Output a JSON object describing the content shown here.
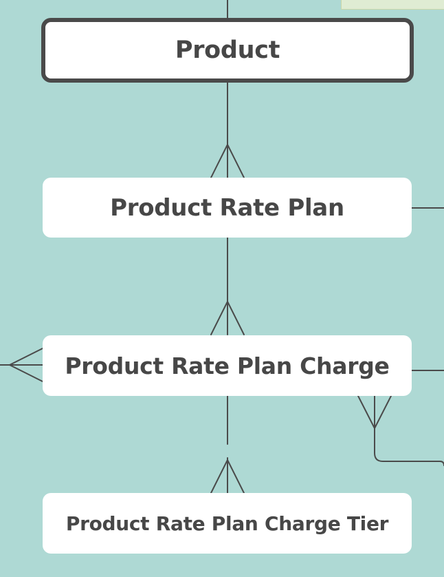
{
  "diagram": {
    "entities": [
      {
        "id": "product",
        "label": "Product"
      },
      {
        "id": "product_rate_plan",
        "label": "Product Rate Plan"
      },
      {
        "id": "product_rate_plan_charge",
        "label": "Product Rate Plan Charge"
      },
      {
        "id": "product_rate_plan_charge_tier",
        "label": "Product Rate Plan Charge Tier"
      }
    ],
    "relationships": [
      {
        "from": "product",
        "to": "product_rate_plan",
        "notation": "one-to-many"
      },
      {
        "from": "product_rate_plan",
        "to": "product_rate_plan_charge",
        "notation": "one-to-many"
      },
      {
        "from": "product_rate_plan_charge",
        "to": "product_rate_plan_charge_tier",
        "notation": "one-to-many"
      }
    ],
    "colors": {
      "background": "#aed9d4",
      "entity_fill": "#ffffff",
      "entity_text": "#474747",
      "line": "#4a4a4a",
      "selected_border": "#4a4a4a",
      "corner_note_fill": "#dfecd3"
    }
  }
}
